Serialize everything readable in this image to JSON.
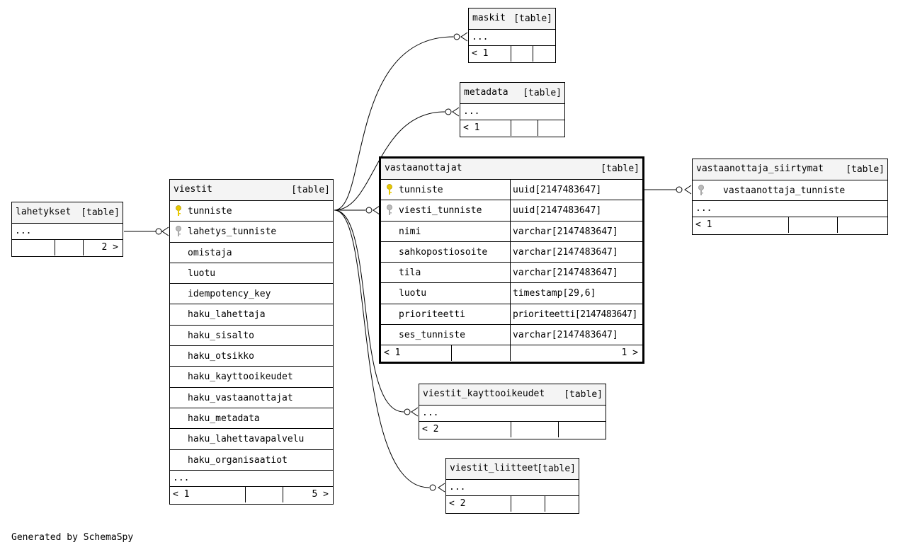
{
  "tables": {
    "lahetykset": {
      "name": "lahetykset",
      "kind": "[table]",
      "ellipsis": "...",
      "foot_right": "2 >"
    },
    "viestit": {
      "name": "viestit",
      "kind": "[table]",
      "columns": [
        "tunniste",
        "lahetys_tunniste",
        "omistaja",
        "luotu",
        "idempotency_key",
        "haku_lahettaja",
        "haku_sisalto",
        "haku_otsikko",
        "haku_kayttooikeudet",
        "haku_vastaanottajat",
        "haku_metadata",
        "haku_lahettavapalvelu",
        "haku_organisaatiot"
      ],
      "ellipsis": "...",
      "foot_left": "< 1",
      "foot_right": "5 >"
    },
    "maskit": {
      "name": "maskit",
      "kind": "[table]",
      "ellipsis": "...",
      "foot_left": "< 1"
    },
    "metadata": {
      "name": "metadata",
      "kind": "[table]",
      "ellipsis": "...",
      "foot_left": "< 1"
    },
    "vastaanottajat": {
      "name": "vastaanottajat",
      "kind": "[table]",
      "columns": [
        {
          "name": "tunniste",
          "type": "uuid[2147483647]"
        },
        {
          "name": "viesti_tunniste",
          "type": "uuid[2147483647]"
        },
        {
          "name": "nimi",
          "type": "varchar[2147483647]"
        },
        {
          "name": "sahkopostiosoite",
          "type": "varchar[2147483647]"
        },
        {
          "name": "tila",
          "type": "varchar[2147483647]"
        },
        {
          "name": "luotu",
          "type": "timestamp[29,6]"
        },
        {
          "name": "prioriteetti",
          "type": "prioriteetti[2147483647]"
        },
        {
          "name": "ses_tunniste",
          "type": "varchar[2147483647]"
        }
      ],
      "foot_left": "< 1",
      "foot_right": "1 >"
    },
    "vastaanottaja_siirtymat": {
      "name": "vastaanottaja_siirtymat",
      "kind": "[table]",
      "column": "vastaanottaja_tunniste",
      "ellipsis": "...",
      "foot_left": "< 1"
    },
    "viestit_kayttooikeudet": {
      "name": "viestit_kayttooikeudet",
      "kind": "[table]",
      "ellipsis": "...",
      "foot_left": "< 2"
    },
    "viestit_liitteet": {
      "name": "viestit_liitteet",
      "kind": "[table]",
      "ellipsis": "...",
      "foot_left": "< 2"
    }
  },
  "footer": "Generated by SchemaSpy",
  "colors": {
    "primary_key": "#e8c800",
    "foreign_key": "#a9a9a9"
  }
}
